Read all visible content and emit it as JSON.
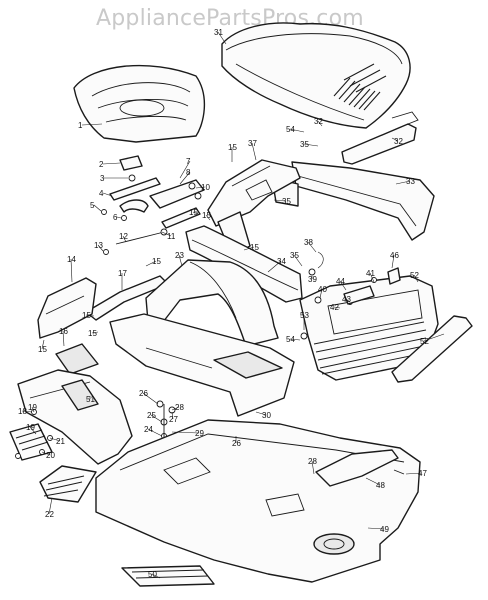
{
  "watermark": "AppliancePartsPros.com",
  "callouts": [
    {
      "id": "c1",
      "text": "1"
    },
    {
      "id": "c2",
      "text": "2"
    },
    {
      "id": "c3",
      "text": "3"
    },
    {
      "id": "c4",
      "text": "4"
    },
    {
      "id": "c5",
      "text": "5"
    },
    {
      "id": "c6",
      "text": "6"
    },
    {
      "id": "c7",
      "text": "7"
    },
    {
      "id": "c8",
      "text": "8"
    },
    {
      "id": "c10",
      "text": "10"
    },
    {
      "id": "c11",
      "text": "11"
    },
    {
      "id": "c12",
      "text": "12"
    },
    {
      "id": "c13",
      "text": "13"
    },
    {
      "id": "c14",
      "text": "14"
    },
    {
      "id": "c15a",
      "text": "15"
    },
    {
      "id": "c15b",
      "text": "15"
    },
    {
      "id": "c15c",
      "text": "15"
    },
    {
      "id": "c15d",
      "text": "15"
    },
    {
      "id": "c15e",
      "text": "15"
    },
    {
      "id": "c15f",
      "text": "15"
    },
    {
      "id": "c15g",
      "text": "15"
    },
    {
      "id": "c15h",
      "text": "15"
    },
    {
      "id": "c16",
      "text": "16"
    },
    {
      "id": "c17",
      "text": "17"
    },
    {
      "id": "c18",
      "text": "18"
    },
    {
      "id": "c19a",
      "text": "19"
    },
    {
      "id": "c19b",
      "text": "19"
    },
    {
      "id": "c20",
      "text": "20"
    },
    {
      "id": "c21",
      "text": "21"
    },
    {
      "id": "c22",
      "text": "22"
    },
    {
      "id": "c23",
      "text": "23"
    },
    {
      "id": "c24",
      "text": "24"
    },
    {
      "id": "c25",
      "text": "25"
    },
    {
      "id": "c26a",
      "text": "26"
    },
    {
      "id": "c26b",
      "text": "26"
    },
    {
      "id": "c27",
      "text": "27"
    },
    {
      "id": "c28a",
      "text": "28"
    },
    {
      "id": "c28b",
      "text": "28"
    },
    {
      "id": "c29",
      "text": "29"
    },
    {
      "id": "c30",
      "text": "30"
    },
    {
      "id": "c31",
      "text": "31"
    },
    {
      "id": "c32a",
      "text": "32"
    },
    {
      "id": "c32b",
      "text": "32"
    },
    {
      "id": "c33",
      "text": "33"
    },
    {
      "id": "c34",
      "text": "34"
    },
    {
      "id": "c35a",
      "text": "35"
    },
    {
      "id": "c35b",
      "text": "35"
    },
    {
      "id": "c35c",
      "text": "35"
    },
    {
      "id": "c37",
      "text": "37"
    },
    {
      "id": "c38",
      "text": "38"
    },
    {
      "id": "c39",
      "text": "39"
    },
    {
      "id": "c40",
      "text": "40"
    },
    {
      "id": "c41",
      "text": "41"
    },
    {
      "id": "c42",
      "text": "42"
    },
    {
      "id": "c43",
      "text": "43"
    },
    {
      "id": "c44",
      "text": "44"
    },
    {
      "id": "c46",
      "text": "46"
    },
    {
      "id": "c47",
      "text": "47"
    },
    {
      "id": "c48",
      "text": "48"
    },
    {
      "id": "c49",
      "text": "49"
    },
    {
      "id": "c50",
      "text": "50"
    },
    {
      "id": "c51",
      "text": "51"
    },
    {
      "id": "c52a",
      "text": "52"
    },
    {
      "id": "c52b",
      "text": "52"
    },
    {
      "id": "c53",
      "text": "53"
    },
    {
      "id": "c54a",
      "text": "54"
    },
    {
      "id": "c54b",
      "text": "54"
    }
  ]
}
